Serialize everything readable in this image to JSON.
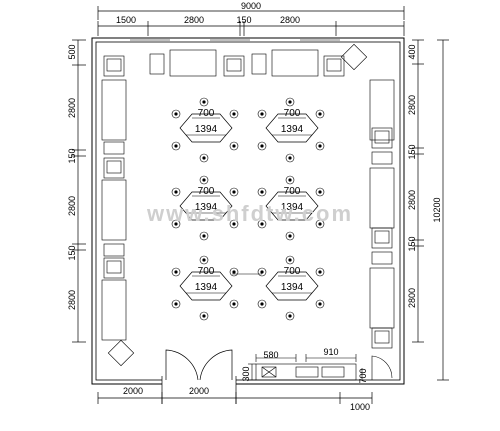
{
  "dims": {
    "overall_width": "9000",
    "top": [
      "1500",
      "2800",
      "150",
      "2800"
    ],
    "bottom": [
      "2000",
      "2000",
      "1000"
    ],
    "left": [
      "500",
      "2800",
      "150",
      "2800",
      "150",
      "2800"
    ],
    "right": [
      "400",
      "2800",
      "150",
      "2800",
      "150",
      "2800"
    ],
    "overall_height": "10200",
    "bench_top": "580",
    "bench_right": "910",
    "small_left": "300",
    "small_right": "700"
  },
  "table": {
    "top_label": "700",
    "center_label": "1394"
  },
  "watermark": "www.shfdtw.com"
}
